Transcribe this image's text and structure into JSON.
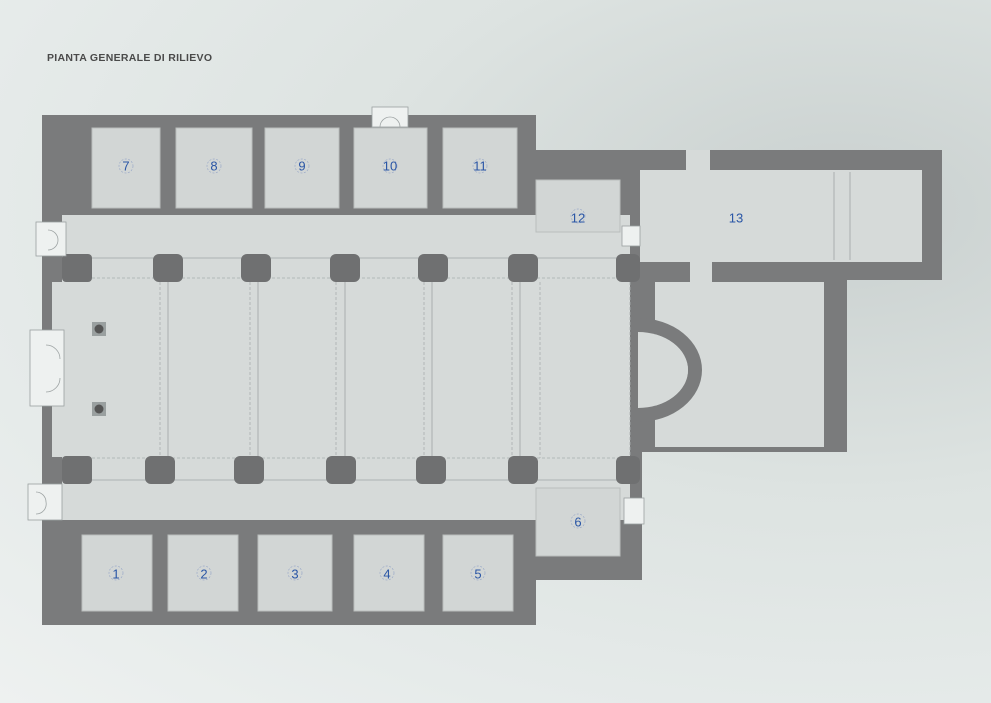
{
  "title": "PIANTA GENERALE DI RILIEVO",
  "rooms": [
    {
      "id": "room-1",
      "label": "1"
    },
    {
      "id": "room-2",
      "label": "2"
    },
    {
      "id": "room-3",
      "label": "3"
    },
    {
      "id": "room-4",
      "label": "4"
    },
    {
      "id": "room-5",
      "label": "5"
    },
    {
      "id": "room-6",
      "label": "6"
    },
    {
      "id": "room-7",
      "label": "7"
    },
    {
      "id": "room-8",
      "label": "8"
    },
    {
      "id": "room-9",
      "label": "9"
    },
    {
      "id": "room-10",
      "label": "10"
    },
    {
      "id": "room-11",
      "label": "11"
    },
    {
      "id": "room-12",
      "label": "12"
    },
    {
      "id": "room-13",
      "label": "13"
    }
  ],
  "colors": {
    "wall": "#7a7b7c",
    "floor": "#d6dad9",
    "label": "#2a56a6"
  }
}
